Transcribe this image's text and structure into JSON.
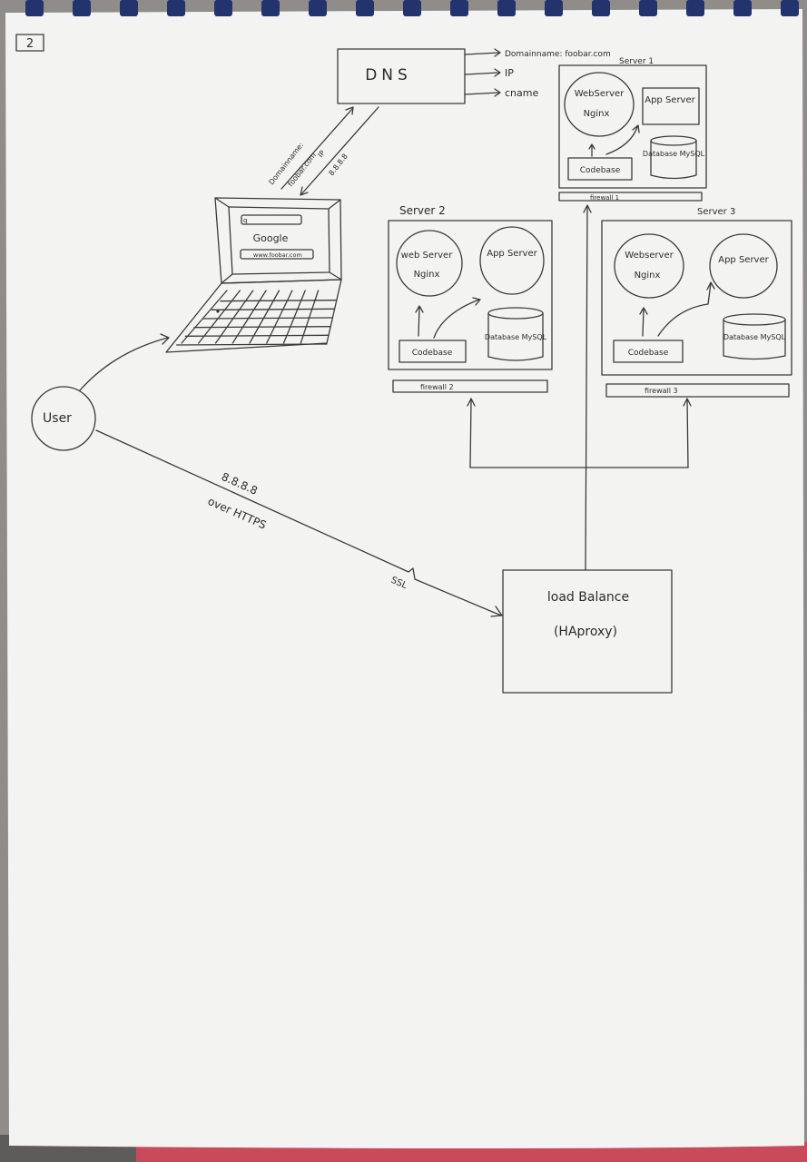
{
  "page_number": "2",
  "dns": {
    "label": "DNS",
    "outputs": [
      "Domainname: foobar.com",
      "IP",
      "cname"
    ]
  },
  "laptop": {
    "search_text": "Google",
    "url_text": "www.foobar.com",
    "query_labels": [
      "Domainname:",
      "foobar.com",
      "IP",
      "8.8.8.8"
    ]
  },
  "user": {
    "label": "User"
  },
  "request": {
    "ip": "8.8.8.8",
    "protocol": "over HTTPS",
    "ssl": "SSL"
  },
  "load_balancer": {
    "label": "load Balance",
    "sublabel": "(HAproxy)"
  },
  "servers": [
    {
      "title": "Server 1",
      "web": "WebServer",
      "web2": "Nginx",
      "app": "App Server",
      "db": "Database MySQL",
      "code": "Codebase",
      "firewall": "firewall 1"
    },
    {
      "title": "Server 2",
      "web": "web Server",
      "web2": "Nginx",
      "app": "App Server",
      "db": "Database MySQL",
      "code": "Codebase",
      "firewall": "firewall 2"
    },
    {
      "title": "Server 3",
      "web": "Webserver",
      "web2": "Nginx",
      "app": "App Server",
      "db": "Database MySQL",
      "code": "Codebase",
      "firewall": "firewall 3"
    }
  ],
  "colors": {
    "paper": "#f3f3f2",
    "ink": "#3a3a3a",
    "binding": "#23336e"
  }
}
